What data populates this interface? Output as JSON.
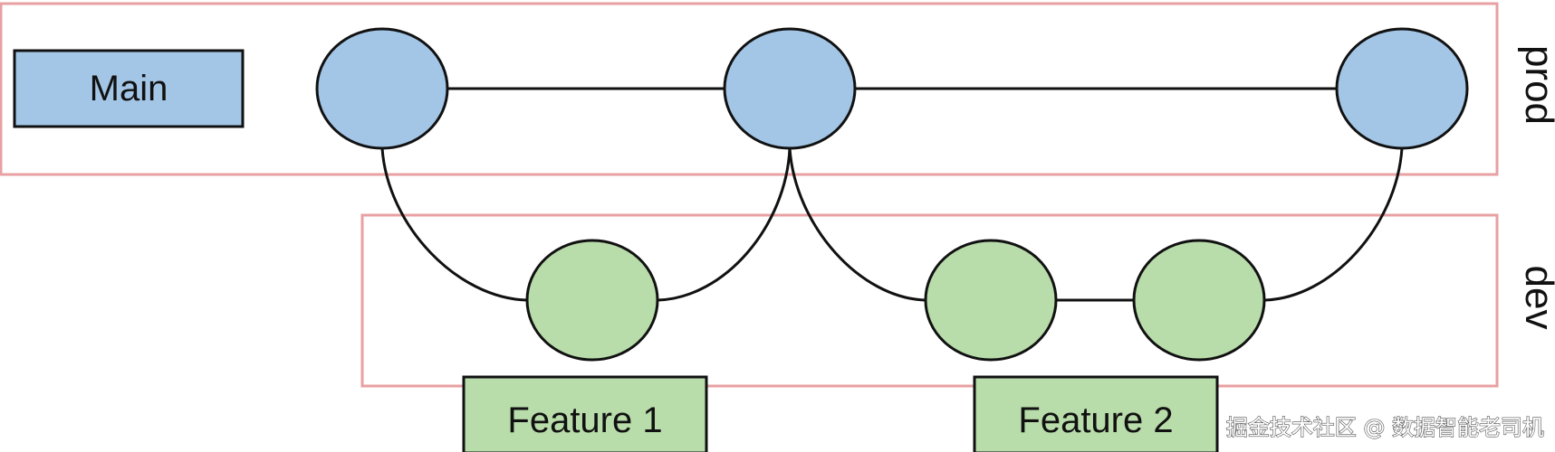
{
  "colors": {
    "prod_fill": "#a3c6e7",
    "dev_fill": "#b8dcaa",
    "outline": "#111111",
    "lane_border": "#e8a0a3"
  },
  "lanes": {
    "prod": "prod",
    "dev": "dev"
  },
  "branches": {
    "main": "Main",
    "feature1": "Feature 1",
    "feature2": "Feature 2"
  },
  "watermark": "掘金技术社区 @ 数据智能老司机"
}
